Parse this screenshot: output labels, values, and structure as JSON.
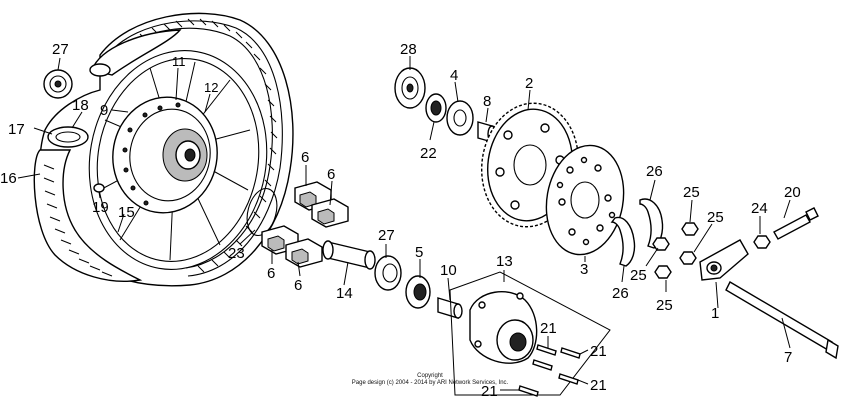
{
  "part_labels": [
    {
      "id": "p27a",
      "text": "27"
    },
    {
      "id": "p11",
      "text": "11"
    },
    {
      "id": "p12",
      "text": "12"
    },
    {
      "id": "p9",
      "text": "9"
    },
    {
      "id": "p18",
      "text": "18"
    },
    {
      "id": "p17",
      "text": "17"
    },
    {
      "id": "p16",
      "text": "16"
    },
    {
      "id": "p19",
      "text": "19"
    },
    {
      "id": "p15",
      "text": "15"
    },
    {
      "id": "p23",
      "text": "23"
    },
    {
      "id": "p6a",
      "text": "6"
    },
    {
      "id": "p6b",
      "text": "6"
    },
    {
      "id": "p6c",
      "text": "6"
    },
    {
      "id": "p6d",
      "text": "6"
    },
    {
      "id": "p14",
      "text": "14"
    },
    {
      "id": "p27b",
      "text": "27"
    },
    {
      "id": "p5",
      "text": "5"
    },
    {
      "id": "p10",
      "text": "10"
    },
    {
      "id": "p13",
      "text": "13"
    },
    {
      "id": "p21a",
      "text": "21"
    },
    {
      "id": "p21b",
      "text": "21"
    },
    {
      "id": "p21c",
      "text": "21"
    },
    {
      "id": "p21d",
      "text": "21"
    },
    {
      "id": "p28",
      "text": "28"
    },
    {
      "id": "p4",
      "text": "4"
    },
    {
      "id": "p8",
      "text": "8"
    },
    {
      "id": "p22",
      "text": "22"
    },
    {
      "id": "p2",
      "text": "2"
    },
    {
      "id": "p3",
      "text": "3"
    },
    {
      "id": "p26a",
      "text": "26"
    },
    {
      "id": "p26b",
      "text": "26"
    },
    {
      "id": "p25a",
      "text": "25"
    },
    {
      "id": "p25b",
      "text": "25"
    },
    {
      "id": "p25c",
      "text": "25"
    },
    {
      "id": "p25d",
      "text": "25"
    },
    {
      "id": "p24",
      "text": "24"
    },
    {
      "id": "p20",
      "text": "20"
    },
    {
      "id": "p1",
      "text": "1"
    },
    {
      "id": "p7",
      "text": "7"
    }
  ],
  "copyright": {
    "line1": "Copyright",
    "line2": "Page design (c) 2004 - 2014 by ARI Network Services, Inc."
  }
}
